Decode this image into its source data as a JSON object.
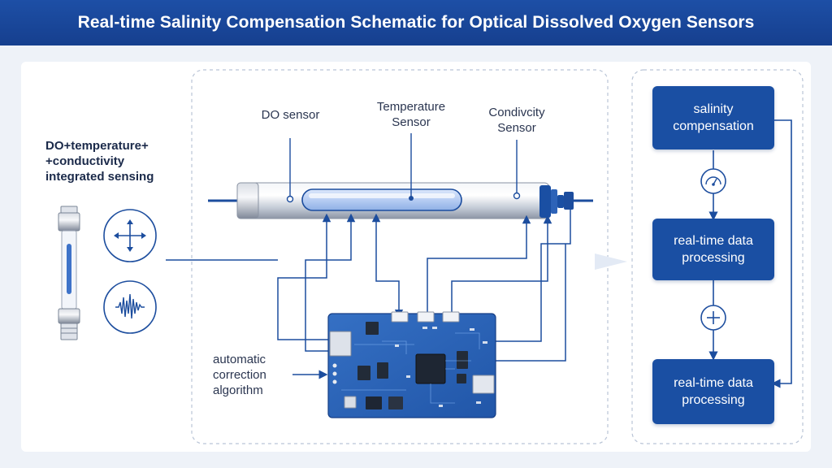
{
  "title": "Real-time Salinity Compensation Schematic for Optical Dissolved Oxygen Sensors",
  "left_panel": {
    "label": "DO+temperature+\n+conductivity\nintegrated sensing",
    "icons": [
      "probe-icon",
      "crosshair-arrows-icon",
      "waveform-icon"
    ]
  },
  "sensors": {
    "do": "DO sensor",
    "temperature": "Temperature\nSensor",
    "conductivity": "Condivcity\nSensor"
  },
  "algorithm_label": "automatic\ncorrection\nalgorithm",
  "flow": {
    "steps": [
      "salinity\ncompensation",
      "real-time data\nprocessing",
      "real-time data\nprocessing"
    ],
    "connector_icons": [
      "gauge-icon",
      "plus-circle-icon"
    ]
  },
  "colors": {
    "brand_blue": "#1a4fa3",
    "title_blue": "#1d4fa6",
    "line_blue": "#1c4d9e",
    "board_blue": "#2a64b8"
  }
}
